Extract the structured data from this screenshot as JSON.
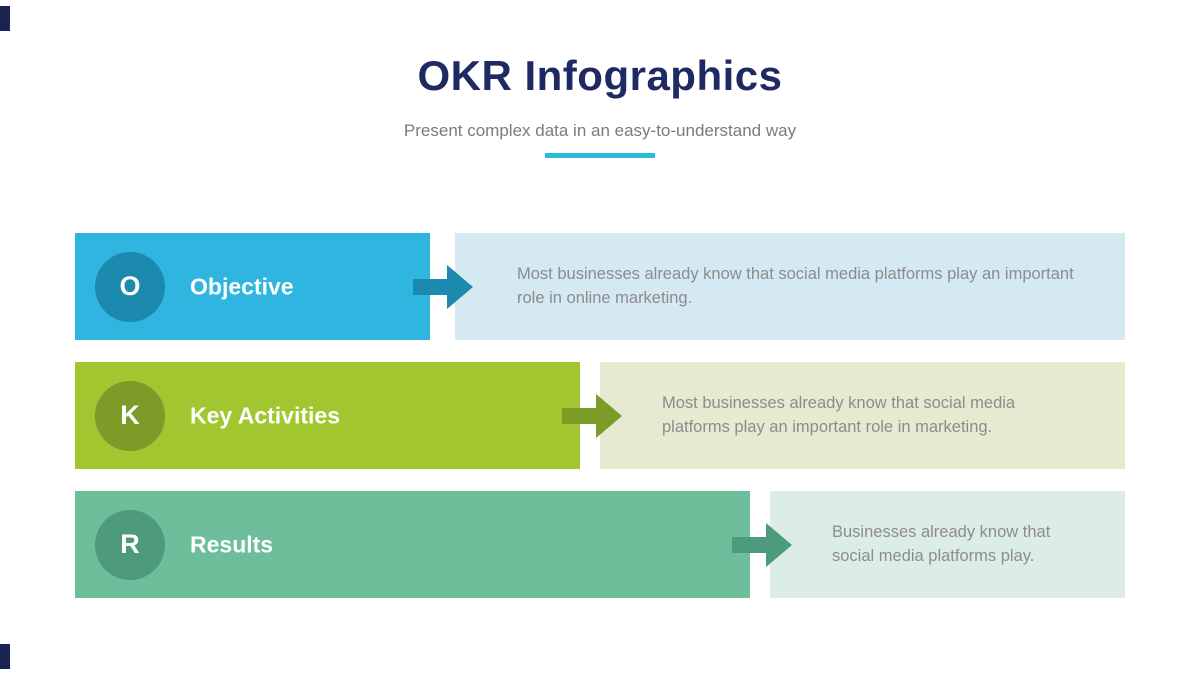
{
  "header": {
    "title": "OKR Infographics",
    "subtitle": "Present complex data in an easy-to-understand way",
    "title_color": "#1f2a63",
    "subtitle_color": "#7b7b7b",
    "underline_color": "#2cb9da"
  },
  "decor": {
    "corner_accent_color": "#1b2450"
  },
  "text_color": "#8c8c8c",
  "rows": [
    {
      "letter": "O",
      "label": "Objective",
      "description": "Most businesses already know that social media platforms play an important role in online marketing.",
      "colors": {
        "bar": "#2fb5df",
        "deep": "#1c89ae",
        "box": "#d5e9f3"
      }
    },
    {
      "letter": "K",
      "label": "Key Activities",
      "description": "Most businesses already know that social media platforms play an important role in marketing.",
      "colors": {
        "bar": "#a2c62f",
        "deep": "#7c9b27",
        "box": "#e5ead0"
      }
    },
    {
      "letter": "R",
      "label": "Results",
      "description": "Businesses already know that social media platforms play.",
      "colors": {
        "bar": "#6ebe9c",
        "deep": "#4e9a7c",
        "box": "#dcede5"
      }
    }
  ]
}
